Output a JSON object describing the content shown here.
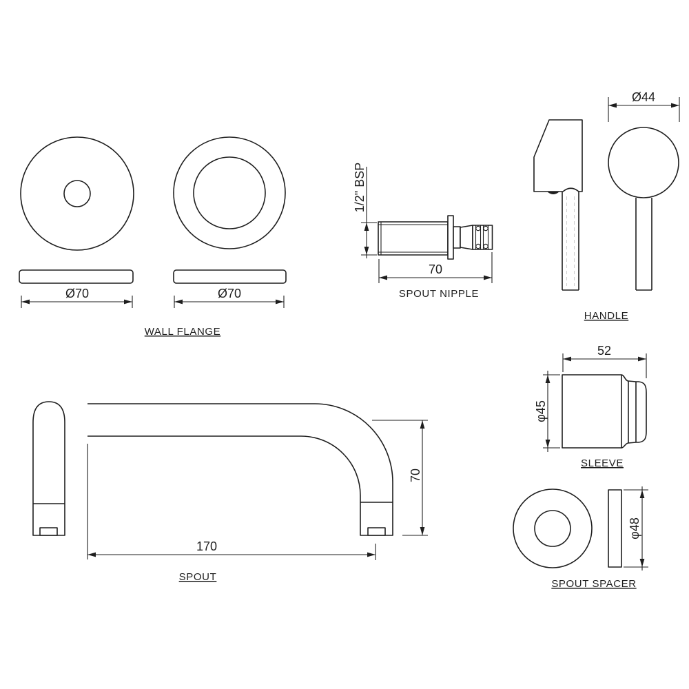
{
  "colors": {
    "background": "#ffffff",
    "line": "#1e1e1e"
  },
  "parts": {
    "wall_flange": {
      "label": "WALL FLANGE",
      "dim_left": "Ø70",
      "dim_right": "Ø70"
    },
    "spout_nipple": {
      "label": "SPOUT NIPPLE",
      "dim_thread": "1/2\" BSP",
      "dim_length": "70"
    },
    "handle": {
      "label": "HANDLE",
      "dim_diameter": "Ø44"
    },
    "sleeve": {
      "label": "SLEEVE",
      "dim_width": "52",
      "dim_diameter": "φ45"
    },
    "spout": {
      "label": "SPOUT",
      "dim_reach": "170",
      "dim_height": "70"
    },
    "spout_spacer": {
      "label": "SPOUT SPACER",
      "dim_diameter": "φ48"
    }
  }
}
